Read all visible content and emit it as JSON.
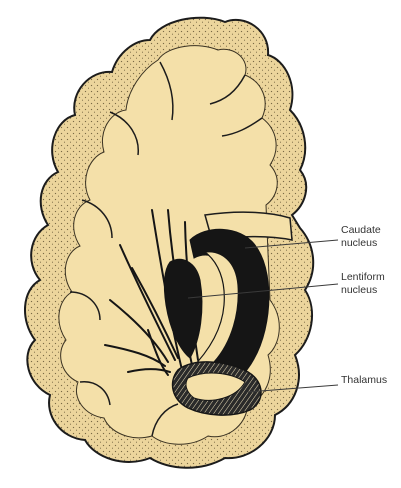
{
  "labels": {
    "caudate_line1": "Caudate",
    "caudate_line2": "nucleus",
    "lentiform_line1": "Lentiform",
    "lentiform_line2": "nucleus",
    "thalamus": "Thalamus"
  },
  "colors": {
    "background": "#ffffff",
    "white_matter": "#f4e0a9",
    "cortex": "#ecd59c",
    "outline": "#1c1c1c",
    "nucleus_dark": "#151515",
    "leader_line": "#3a3a3a",
    "label_text": "#333333"
  }
}
